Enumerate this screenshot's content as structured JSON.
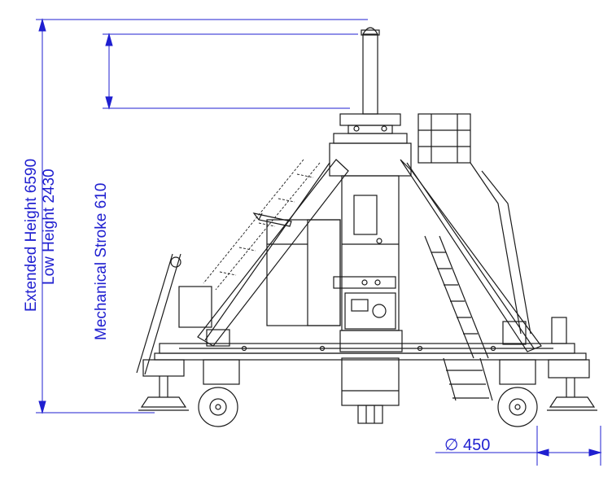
{
  "diagram": {
    "labels": {
      "extended_height": "Extended Height 6590",
      "low_height": "Low Height 2430",
      "mechanical_stroke": "Mechanical Stroke  610",
      "diameter": "∅ 450"
    },
    "colors": {
      "dimension": "#1f1fd0",
      "linework": "#1a1a1a",
      "background": "#ffffff"
    }
  }
}
